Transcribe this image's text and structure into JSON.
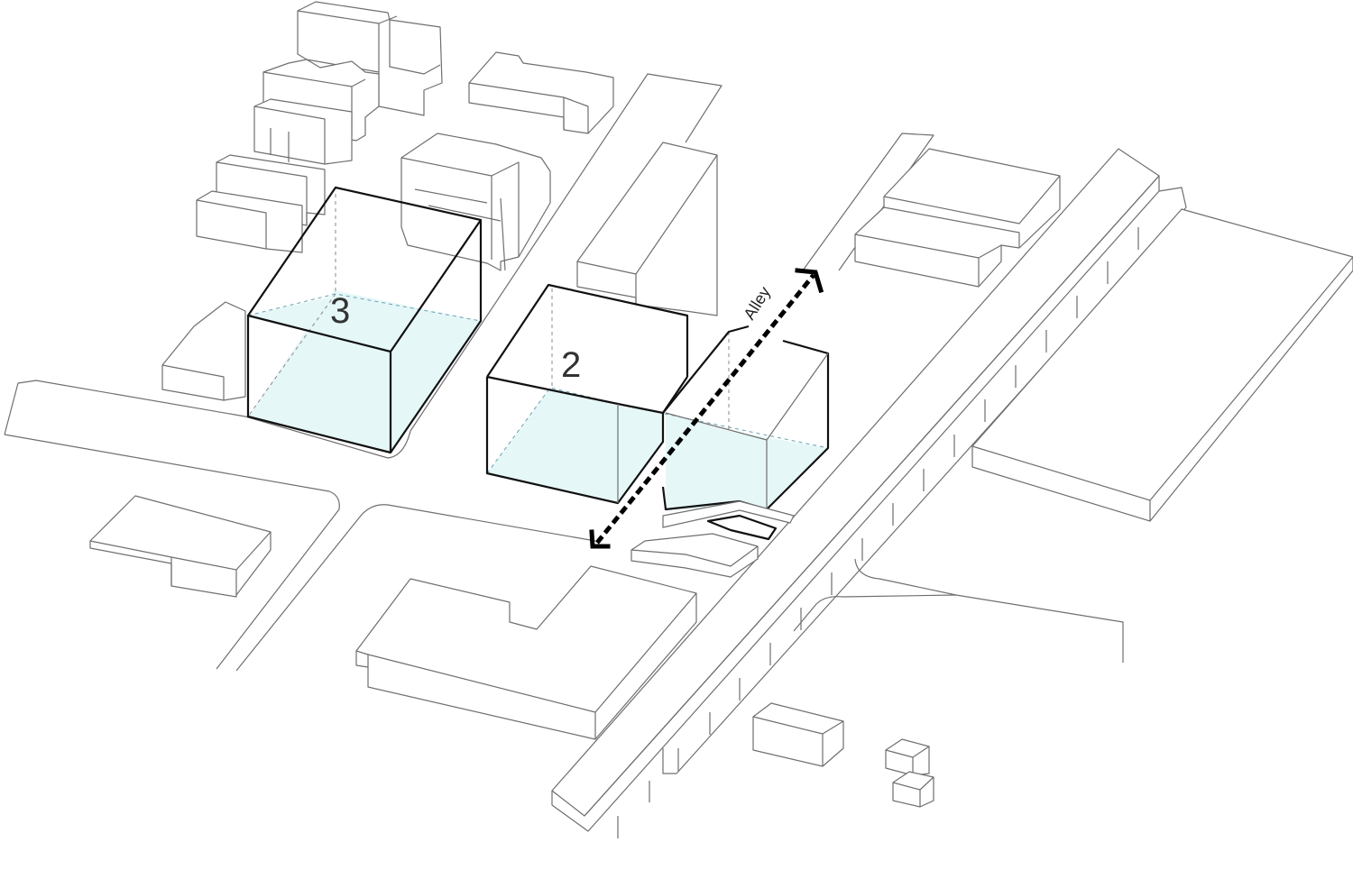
{
  "diagram": {
    "sites": [
      {
        "number": "3"
      },
      {
        "number": "2"
      }
    ],
    "alley": {
      "label": "Alley"
    },
    "colors": {
      "footprint": "#e6f7f8",
      "outline": "#111111",
      "context_line": "#6f6f6f",
      "arrow": "#000000"
    }
  }
}
